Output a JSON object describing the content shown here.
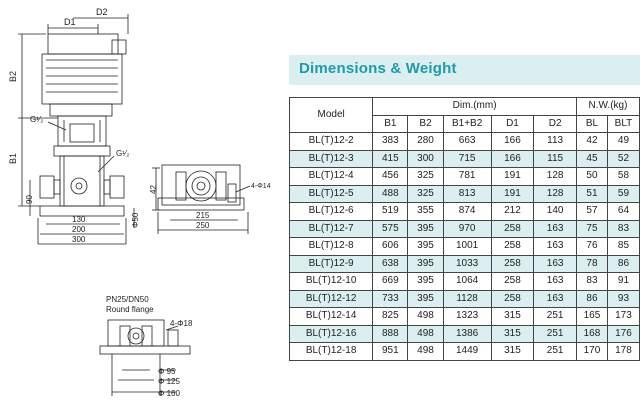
{
  "section_title": "Dimensions & Weight",
  "table": {
    "model_header": "Model",
    "dim_header": "Dim.(mm)",
    "nw_header": "N.W.(kg)",
    "sub_headers": [
      "B1",
      "B2",
      "B1+B2",
      "D1",
      "D2",
      "BL",
      "BLT"
    ],
    "rows": [
      [
        "BL(T)12-2",
        "383",
        "280",
        "663",
        "166",
        "113",
        "42",
        "49"
      ],
      [
        "BL(T)12-3",
        "415",
        "300",
        "715",
        "166",
        "115",
        "45",
        "52"
      ],
      [
        "BL(T)12-4",
        "456",
        "325",
        "781",
        "191",
        "128",
        "50",
        "58"
      ],
      [
        "BL(T)12-5",
        "488",
        "325",
        "813",
        "191",
        "128",
        "51",
        "59"
      ],
      [
        "BL(T)12-6",
        "519",
        "355",
        "874",
        "212",
        "140",
        "57",
        "64"
      ],
      [
        "BL(T)12-7",
        "575",
        "395",
        "970",
        "258",
        "163",
        "75",
        "83"
      ],
      [
        "BL(T)12-8",
        "606",
        "395",
        "1001",
        "258",
        "163",
        "76",
        "85"
      ],
      [
        "BL(T)12-9",
        "638",
        "395",
        "1033",
        "258",
        "163",
        "78",
        "86"
      ],
      [
        "BL(T)12-10",
        "669",
        "395",
        "1064",
        "258",
        "163",
        "83",
        "91"
      ],
      [
        "BL(T)12-12",
        "733",
        "395",
        "1128",
        "258",
        "163",
        "86",
        "93"
      ],
      [
        "BL(T)12-14",
        "825",
        "498",
        "1323",
        "315",
        "251",
        "165",
        "173"
      ],
      [
        "BL(T)12-16",
        "888",
        "498",
        "1386",
        "315",
        "251",
        "168",
        "176"
      ],
      [
        "BL(T)12-18",
        "951",
        "498",
        "1449",
        "315",
        "251",
        "170",
        "178"
      ]
    ]
  },
  "drawing": {
    "d1": "D1",
    "d2": "D2",
    "b1": "B1",
    "b2": "B2",
    "g_top": "G¹⁄₂",
    "g_side": "G¹⁄₂",
    "dim_90": "90",
    "dim_130": "130",
    "dim_200": "200",
    "dim_300": "300",
    "dim_phi50": "Φ50",
    "dim_42": "42",
    "dim_215": "215",
    "dim_250": "250",
    "holes_top": "4-Φ14",
    "flange_line1": "PN25/DN50",
    "flange_line2": "Round flange",
    "holes_flange": "4-Φ18",
    "dim_phi95": "Φ 95",
    "dim_phi125": "Φ 125",
    "dim_phi160": "Φ 160"
  }
}
